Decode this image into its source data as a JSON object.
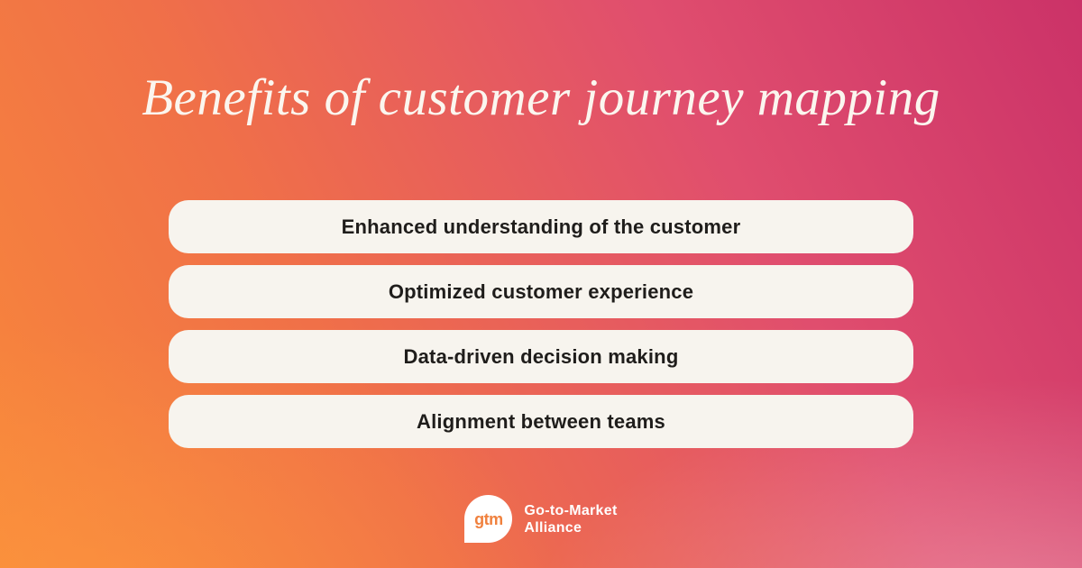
{
  "title": "Benefits of customer journey mapping",
  "benefits": [
    "Enhanced understanding of the customer",
    "Optimized customer experience",
    "Data-driven decision making",
    "Alignment between teams"
  ],
  "footer": {
    "logo_monogram": "gtm",
    "brand_line1": "Go-to-Market",
    "brand_line2": "Alliance"
  },
  "colors": {
    "gradient_start_orange": "#F8883A",
    "gradient_end_magenta": "#CB3268",
    "gradient_bottom_right_pink": "#EF6D87",
    "card_background": "#F7F4EE",
    "card_text": "#1F1D1B",
    "title_text": "#FBF6EF",
    "logo_monogram_color": "#F0813E"
  }
}
